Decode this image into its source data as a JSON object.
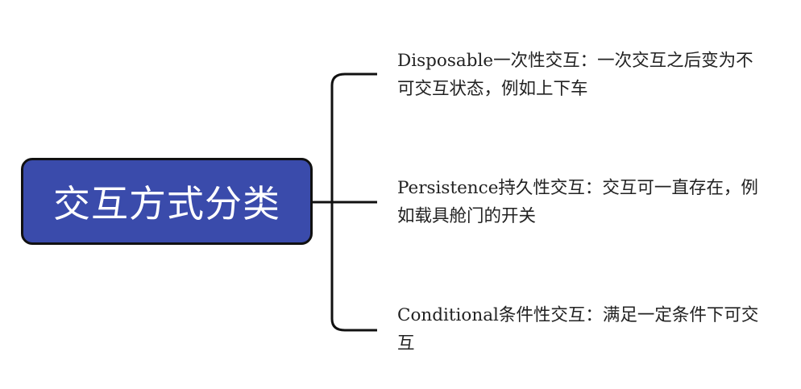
{
  "root": {
    "label": "交互方式分类",
    "fill": "#3a4bab"
  },
  "branches": [
    {
      "text": "Disposable一次性交互：一次交互之后变为不可交互状态，例如上下车"
    },
    {
      "text": "Persistence持久性交互：交互可一直存在，例如载具舱门的开关"
    },
    {
      "text": "Conditional条件性交互：满足一定条件下可交互"
    }
  ]
}
